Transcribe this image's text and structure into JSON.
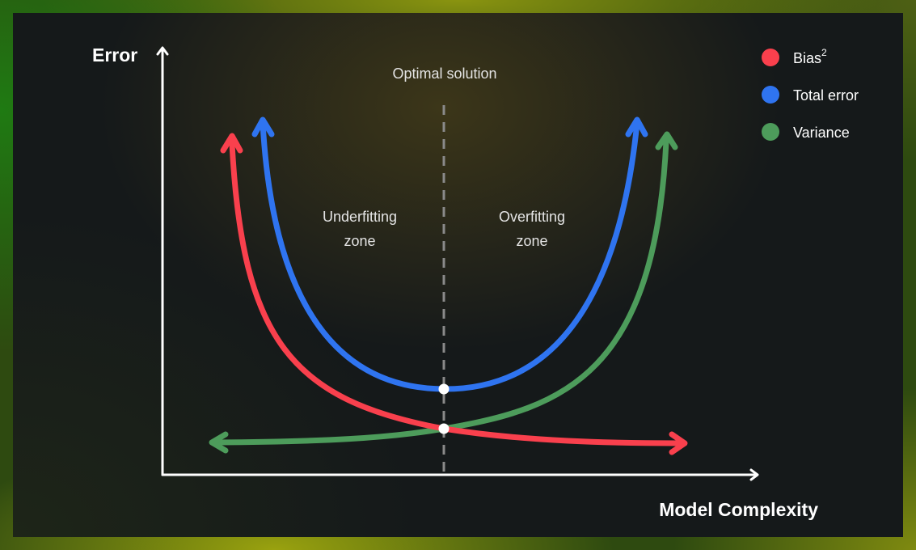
{
  "axes": {
    "y_label": "Error",
    "x_label": "Model Complexity"
  },
  "annotations": {
    "optimal": "Optimal solution",
    "underfitting": [
      "Underfitting",
      "zone"
    ],
    "overfitting": [
      "Overfitting",
      "zone"
    ]
  },
  "legend": {
    "bias": {
      "label": "Bias",
      "superscript": "2",
      "color": "#f9404d"
    },
    "total": {
      "label": "Total error",
      "color": "#2f74f0"
    },
    "variance": {
      "label": "Variance",
      "color": "#4d9c5b"
    }
  },
  "colors": {
    "axis": "#ffffff",
    "divider": "#8a8a8a",
    "marker": "#ffffff"
  }
}
